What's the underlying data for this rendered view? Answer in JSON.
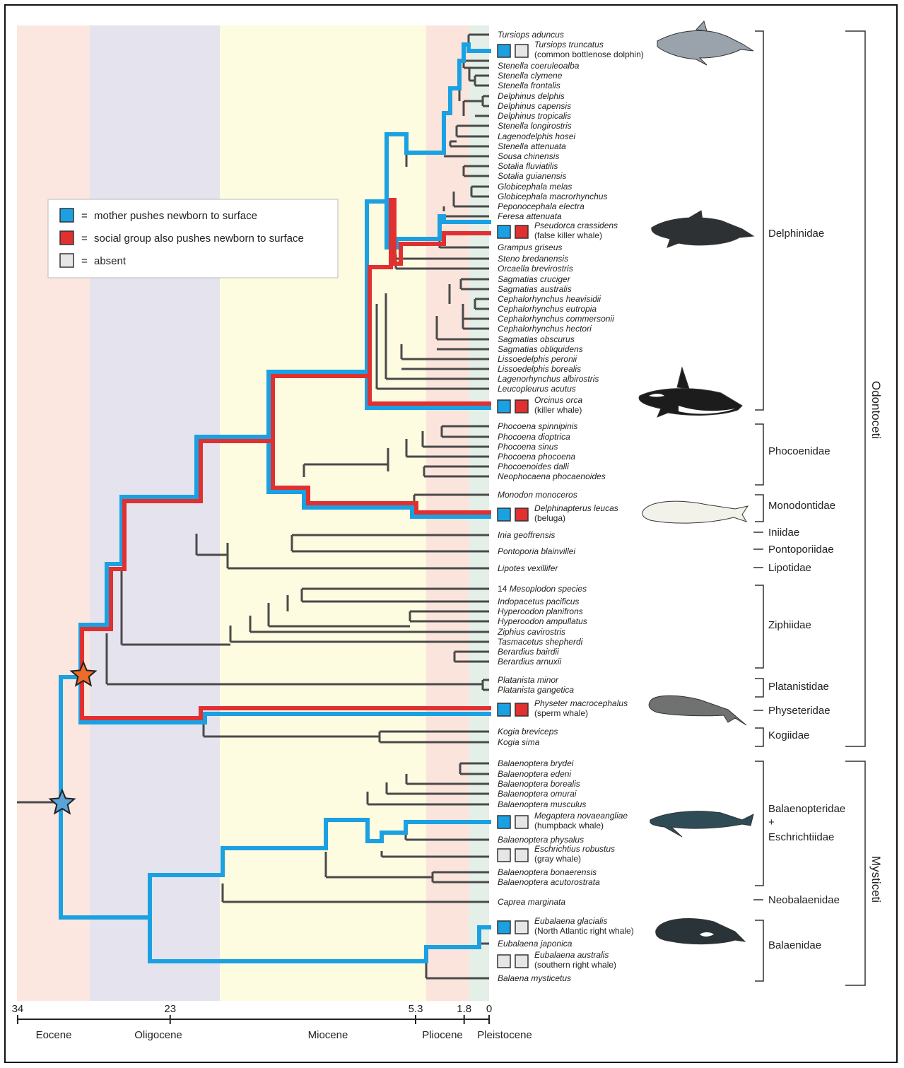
{
  "legend": [
    {
      "color": "#1ba1e2",
      "eq": "=",
      "label": "mother pushes newborn to surface"
    },
    {
      "color": "#e03030",
      "eq": "=",
      "label": "social group also pushes newborn to surface"
    },
    {
      "color": "#e6e6e6",
      "eq": "=",
      "label": "absent"
    }
  ],
  "colors": {
    "blue": "#1ba1e2",
    "red": "#e03030",
    "gray": "#4a4a4a",
    "absent": "#e6e6e6"
  },
  "taxa": [
    {
      "name": "Tursiops aduncus"
    },
    {
      "name": "Tursiops truncatus",
      "common": "(common bottlenose dolphin)",
      "boxes": [
        "blue",
        "absent"
      ]
    },
    {
      "name": "Stenella coeruleoalba"
    },
    {
      "name": "Stenella clymene"
    },
    {
      "name": "Stenella frontalis"
    },
    {
      "name": "Delphinus delphis"
    },
    {
      "name": "Delphinus capensis"
    },
    {
      "name": "Delphinus tropicalis"
    },
    {
      "name": "Stenella longirostris"
    },
    {
      "name": "Lagenodelphis hosei"
    },
    {
      "name": "Stenella attenuata"
    },
    {
      "name": "Sousa chinensis"
    },
    {
      "name": "Sotalia fluviatilis"
    },
    {
      "name": "Sotalia guianensis"
    },
    {
      "name": "Globicephala melas"
    },
    {
      "name": "Globicephala macrorhynchus"
    },
    {
      "name": "Peponocephala electra"
    },
    {
      "name": "Feresa attenuata"
    },
    {
      "name": "Pseudorca crassidens",
      "common": "(false killer whale)",
      "boxes": [
        "blue",
        "red"
      ]
    },
    {
      "name": "Grampus griseus"
    },
    {
      "name": "Steno bredanensis"
    },
    {
      "name": "Orcaella brevirostris"
    },
    {
      "name": "Sagmatias cruciger"
    },
    {
      "name": "Sagmatias australis"
    },
    {
      "name": "Cephalorhynchus heavisidii"
    },
    {
      "name": "Cephalorhynchus eutropia"
    },
    {
      "name": "Cephalorhynchus commersonii"
    },
    {
      "name": "Cephalorhynchus hectori"
    },
    {
      "name": "Sagmatias obscurus"
    },
    {
      "name": "Sagmatias obliquidens"
    },
    {
      "name": "Lissoedelphis peronii"
    },
    {
      "name": "Lissoedelphis borealis"
    },
    {
      "name": "Lagenorhynchus albirostris"
    },
    {
      "name": "Leucopleurus acutus"
    },
    {
      "name": "Orcinus orca",
      "common": "(killer whale)",
      "boxes": [
        "blue",
        "red"
      ]
    },
    {
      "name": "Phocoena spinnipinis"
    },
    {
      "name": "Phocoena dioptrica"
    },
    {
      "name": "Phocoena sinus"
    },
    {
      "name": "Phocoena phocoena"
    },
    {
      "name": "Phocoenoides dalli"
    },
    {
      "name": "Neophocaena phocaenoides"
    },
    {
      "name": "Monodon monoceros"
    },
    {
      "name": "Delphinapterus leucas",
      "common": "(beluga)",
      "boxes": [
        "blue",
        "red"
      ]
    },
    {
      "name": "Inia geoffrensis"
    },
    {
      "name": "Pontoporia blainvillei"
    },
    {
      "name": "Lipotes vexillifer"
    },
    {
      "name": "Mesoplodon species",
      "prefix": "14 "
    },
    {
      "name": "Indopacetus pacificus"
    },
    {
      "name": "Hyperoodon planifrons"
    },
    {
      "name": "Hyperoodon ampullatus"
    },
    {
      "name": "Ziphius cavirostris"
    },
    {
      "name": "Tasmacetus shepherdi"
    },
    {
      "name": "Berardius bairdii"
    },
    {
      "name": "Berardius arnuxii"
    },
    {
      "name": "Platanista minor"
    },
    {
      "name": "Platanista gangetica"
    },
    {
      "name": "Physeter macrocephalus",
      "common": "(sperm whale)",
      "boxes": [
        "blue",
        "red"
      ]
    },
    {
      "name": "Kogia breviceps"
    },
    {
      "name": "Kogia sima"
    },
    {
      "name": "Balaenoptera brydei"
    },
    {
      "name": "Balaenoptera edeni"
    },
    {
      "name": "Balaenoptera borealis"
    },
    {
      "name": "Balaenoptera omurai"
    },
    {
      "name": "Balaenoptera musculus"
    },
    {
      "name": "Megaptera novaeangliae",
      "common": "(humpback whale)",
      "boxes": [
        "blue",
        "absent"
      ]
    },
    {
      "name": "Balaenoptera physalus"
    },
    {
      "name": "Eschrichtius robustus",
      "common": "(gray whale)",
      "boxes": [
        "absent",
        "absent"
      ]
    },
    {
      "name": "Balaenoptera bonaerensis"
    },
    {
      "name": "Balaenoptera acutorostrata"
    },
    {
      "name": "Caprea marginata"
    },
    {
      "name": "Eubalaena glacialis",
      "common": "(North Atlantic right whale)",
      "boxes": [
        "blue",
        "absent"
      ]
    },
    {
      "name": "Eubalaena japonica"
    },
    {
      "name": "Eubalaena australis",
      "common": "(southern right whale)",
      "boxes": [
        "absent",
        "absent"
      ]
    },
    {
      "name": "Balaena mysticetus"
    }
  ],
  "families": [
    {
      "label": "Delphinidae"
    },
    {
      "label": "Phocoenidae"
    },
    {
      "label": "Monodontidae"
    },
    {
      "label": "Iniidae"
    },
    {
      "label": "Pontoporiidae"
    },
    {
      "label": "Lipotidae"
    },
    {
      "label": "Ziphiidae"
    },
    {
      "label": "Platanistidae"
    },
    {
      "label": "Physeteridae"
    },
    {
      "label": "Kogiidae"
    },
    {
      "label": "Balaenopteridae"
    },
    {
      "label": "+"
    },
    {
      "label": "Eschrichtiidae"
    },
    {
      "label": "Neobalaenidae"
    },
    {
      "label": "Balaenidae"
    }
  ],
  "clades": [
    {
      "label": "Odontoceti"
    },
    {
      "label": "Mysticeti"
    }
  ],
  "time_axis": {
    "ticks": [
      {
        "label": "34",
        "value": 34
      },
      {
        "label": "23",
        "value": 23
      },
      {
        "label": "5.3",
        "value": 5.3
      },
      {
        "label": "1.8",
        "value": 1.8
      },
      {
        "label": "0",
        "value": 0
      }
    ],
    "epochs": [
      {
        "label": "Eocene"
      },
      {
        "label": "Oligocene"
      },
      {
        "label": "Miocene"
      },
      {
        "label": "Pliocene"
      },
      {
        "label": "Pleistocene"
      }
    ],
    "epoch_colors": [
      "#fbe7df",
      "#e5e3ee",
      "#fdfbe0",
      "#fbe4dc",
      "#e4efe7"
    ]
  }
}
